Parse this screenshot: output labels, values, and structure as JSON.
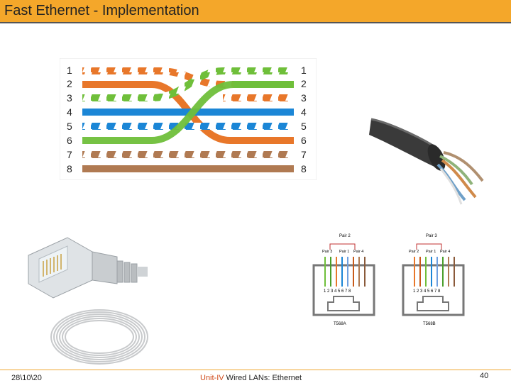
{
  "slide": {
    "title": "Fast Ethernet - Implementation",
    "footer": {
      "date": "28\\10\\20",
      "unit_prefix": "Unit-IV",
      "unit_rest": " Wired LANs: Ethernet",
      "page": "40"
    }
  },
  "crossover_diagram": {
    "left_pins": [
      "1",
      "2",
      "3",
      "4",
      "5",
      "6",
      "7",
      "8"
    ],
    "right_pins": [
      "1",
      "2",
      "3",
      "4",
      "5",
      "6",
      "7",
      "8"
    ]
  },
  "jack_diagram": {
    "t568a": {
      "top_pair": "Pair 2",
      "sub_pairs": [
        "Pair 3",
        "Pair 1",
        "Pair 4"
      ],
      "pins": "1 2 3 4 5 6 7 8",
      "label": "T568A"
    },
    "t568b": {
      "top_pair": "Pair 3",
      "sub_pairs": [
        "Pair 2",
        "Pair 1",
        "Pair 4"
      ],
      "pins": "1 2 3 4 5 6 7 8",
      "label": "T568B"
    }
  },
  "colors": {
    "accent": "#f4a72a",
    "orange": "#e8772a",
    "green": "#6fbf3a",
    "blue": "#1b86d6",
    "brown": "#b07a52"
  }
}
